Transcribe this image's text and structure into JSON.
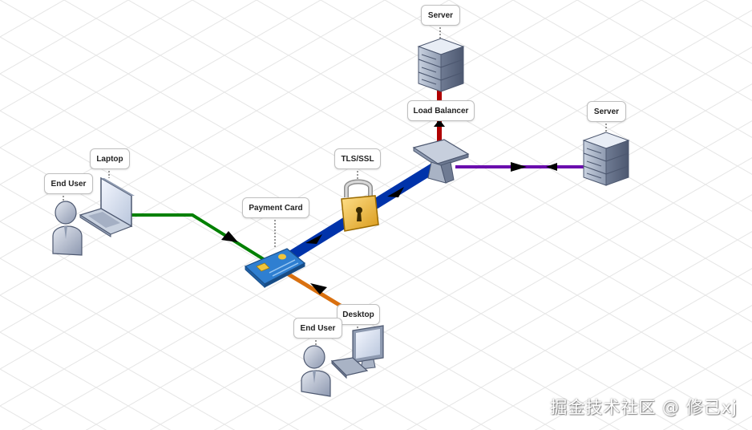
{
  "labels": {
    "server_top": "Server",
    "load_balancer": "Load Balancer",
    "server_right": "Server",
    "tls_ssl": "TLS/SSL",
    "laptop": "Laptop",
    "end_user_left": "End User",
    "payment_card": "Payment Card",
    "desktop": "Desktop",
    "end_user_bottom": "End User"
  },
  "watermark": "掘金技术社区 @ 修己xj",
  "colors": {
    "link_green": "#008000",
    "link_blue": "#0033aa",
    "link_orange": "#d9700f",
    "link_red": "#b00000",
    "link_purple": "#6a0dad",
    "lock_gold": "#f2c14e",
    "card_blue": "#2f7fd1"
  },
  "icons": [
    "person-icon",
    "laptop-icon",
    "desktop-icon",
    "payment-card-icon",
    "lock-icon",
    "load-balancer-icon",
    "server-icon"
  ]
}
